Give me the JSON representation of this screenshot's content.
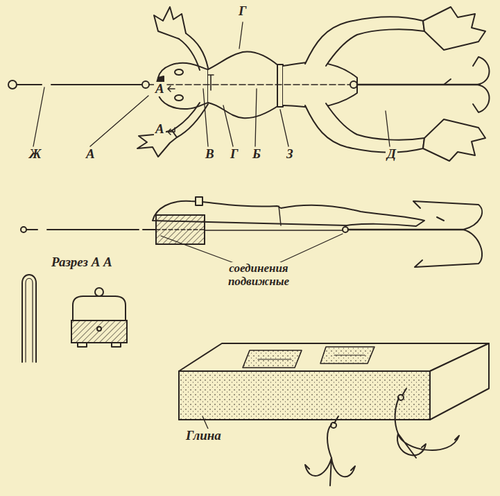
{
  "diagram": {
    "labels": [
      "Г",
      "А",
      "А",
      "Ж",
      "А",
      "В",
      "Г",
      "Б",
      "З",
      "Д",
      "Разрез А А",
      "соединения подвижные",
      "Глина"
    ]
  }
}
